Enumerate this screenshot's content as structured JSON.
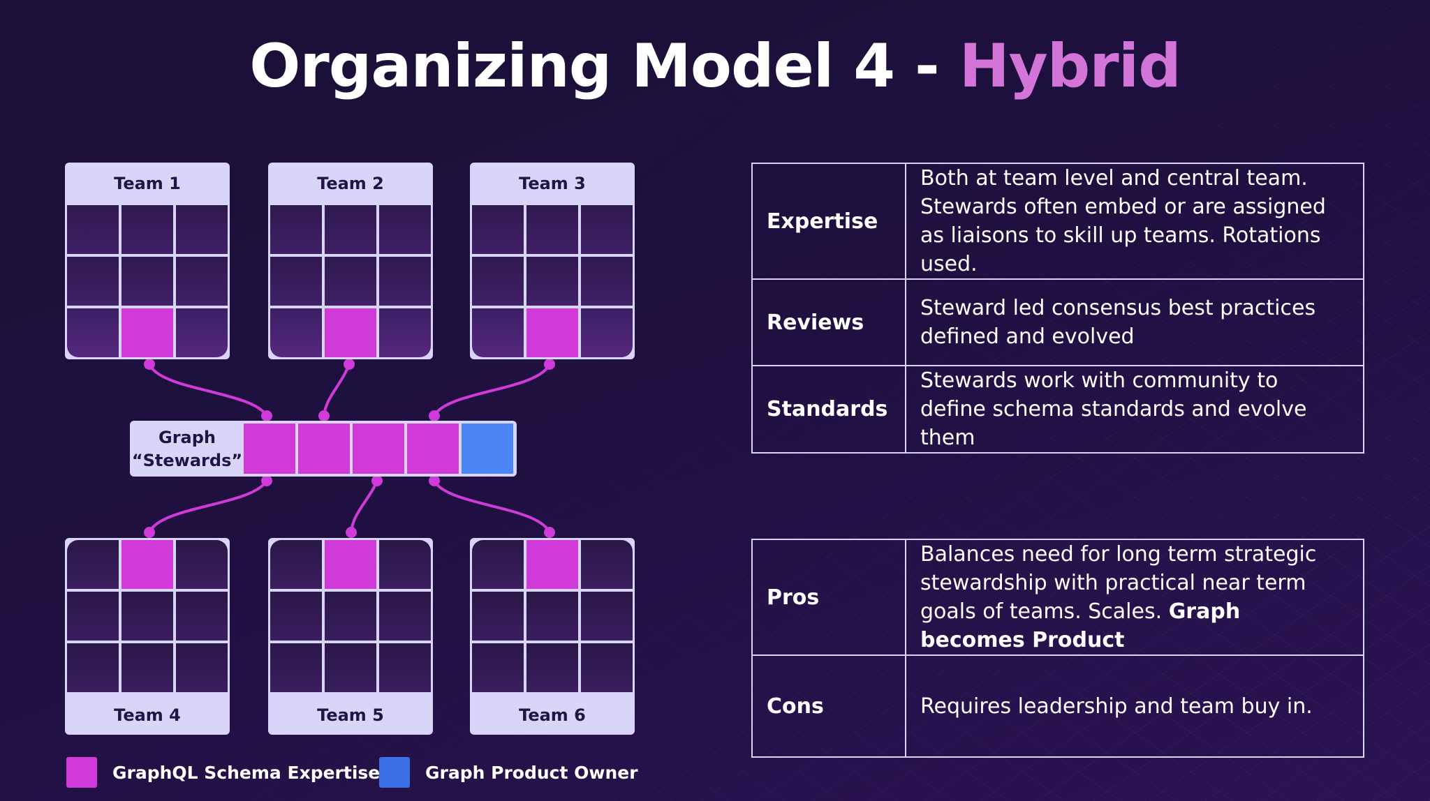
{
  "title": {
    "main": "Organizing Model 4 - ",
    "accent": "Hybrid"
  },
  "teams": [
    {
      "label": "Team 1"
    },
    {
      "label": "Team 2"
    },
    {
      "label": "Team 3"
    },
    {
      "label": "Team 4"
    },
    {
      "label": "Team 5"
    },
    {
      "label": "Team 6"
    }
  ],
  "stewards": {
    "line1": "Graph",
    "line2": "“Stewards”"
  },
  "legend": [
    {
      "label": "GraphQL Schema Expertise",
      "color": "#cf3ad9"
    },
    {
      "label": "Graph Product Owner",
      "color": "#4a86f6"
    }
  ],
  "colors": {
    "accent": "#d374d8",
    "expertise": "#cf3ad9",
    "owner": "#4a86f6",
    "panel": "#d9d5f8"
  },
  "table1": [
    {
      "key": "Expertise",
      "value": "Both at team level and central team. Stewards often embed or are assigned as liaisons to skill up teams. Rotations used."
    },
    {
      "key": "Reviews",
      "value": "Steward led consensus best practices defined and evolved"
    },
    {
      "key": "Standards",
      "value": "Stewards work with community to define schema standards and evolve them"
    }
  ],
  "table2": [
    {
      "key": "Pros",
      "value": "Balances need for long term strategic stewardship with practical near term goals of teams. Scales. ",
      "value_bold": "Graph becomes Product"
    },
    {
      "key": "Cons",
      "value": "Requires leadership and team buy in."
    }
  ]
}
